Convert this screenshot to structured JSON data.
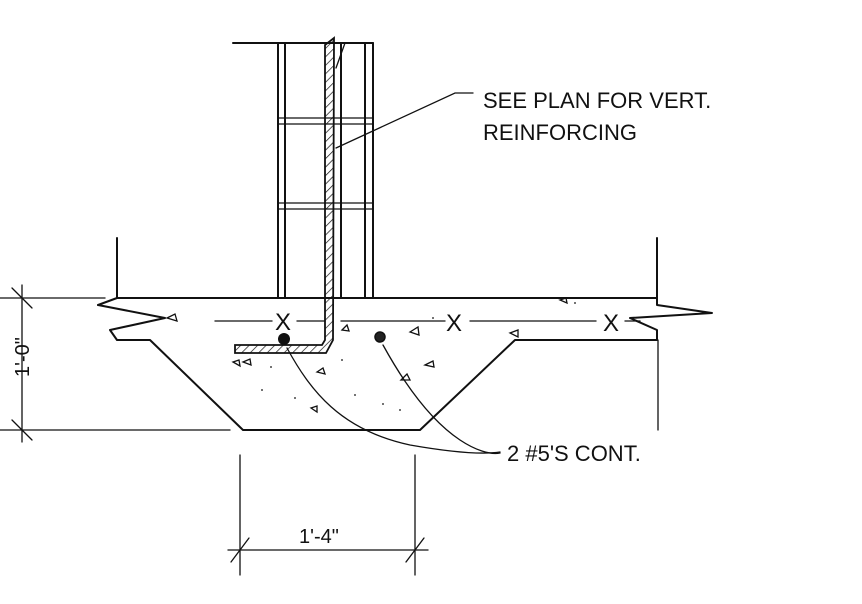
{
  "notes": {
    "vert_reinforcing_line1": "SEE PLAN FOR VERT.",
    "vert_reinforcing_line2": "REINFORCING",
    "cont_bars": "2 #5'S CONT."
  },
  "dimensions": {
    "footing_width": "1'-4\"",
    "footing_depth": "1'-0\""
  },
  "markers": {
    "x_left": "X",
    "x_mid": "X",
    "x_right": "X"
  }
}
